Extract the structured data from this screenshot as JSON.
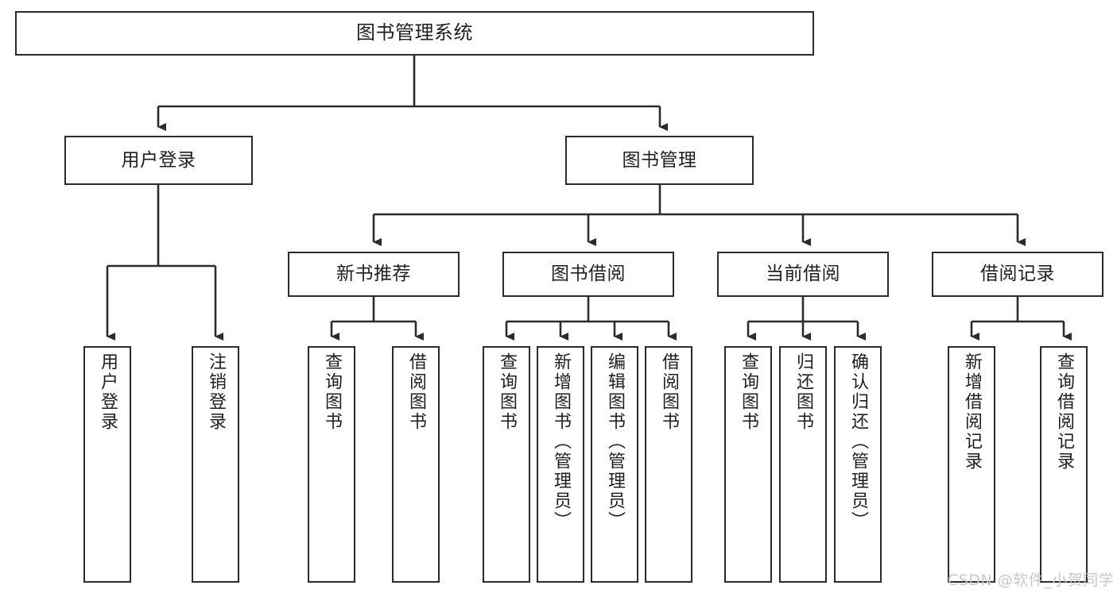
{
  "diagram": {
    "title": "图书管理系统",
    "type": "hierarchy-tree",
    "background": "#ffffff",
    "line_color": "#2b2b2b",
    "box_border_color": "#2b2b2b",
    "text_color": "#1f1f1f"
  },
  "nodes": {
    "root": {
      "label": "图书管理系统"
    },
    "level2": [
      {
        "label": "用户登录"
      },
      {
        "label": "图书管理"
      }
    ],
    "level3": [
      {
        "label": "新书推荐"
      },
      {
        "label": "图书借阅"
      },
      {
        "label": "当前借阅"
      },
      {
        "label": "借阅记录"
      }
    ],
    "leaves": {
      "user_login": [
        {
          "label": "用户登录"
        },
        {
          "label": "注销登录"
        }
      ],
      "new_book": [
        {
          "label": "查询图书"
        },
        {
          "label": "借阅图书"
        }
      ],
      "book_borrow": [
        {
          "label": "查询图书"
        },
        {
          "label": "新增图书（管理员）"
        },
        {
          "label": "编辑图书（管理员）"
        },
        {
          "label": "借阅图书"
        }
      ],
      "current_borrow": [
        {
          "label": "查询图书"
        },
        {
          "label": "归还图书"
        },
        {
          "label": "确认归还（管理员）"
        }
      ],
      "borrow_record": [
        {
          "label": "新增借阅记录"
        },
        {
          "label": "查询借阅记录"
        }
      ]
    }
  },
  "watermark": {
    "text": "CSDN @软件_小贺同学"
  }
}
